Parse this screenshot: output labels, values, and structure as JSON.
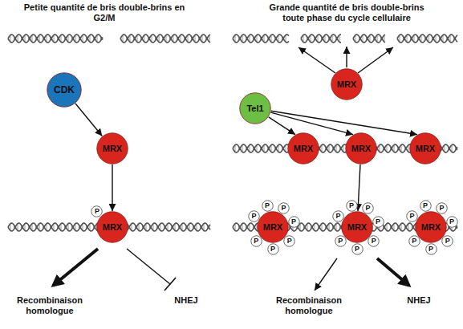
{
  "diagram": {
    "nodes": [
      {
        "text": [
          "CDK"
        ]
      },
      {
        "text": [
          "MRX"
        ]
      },
      {
        "text": [
          "MRX"
        ]
      },
      {
        "text": [
          "P"
        ]
      },
      {
        "text": [
          "MRX"
        ]
      },
      {
        "text": [
          "Tel1"
        ]
      },
      {
        "text": [
          "MRX"
        ]
      },
      {
        "text": [
          "MRX"
        ]
      },
      {
        "text": [
          "MRX"
        ]
      },
      {
        "text": [
          "MRX"
        ]
      },
      {
        "text": [
          "MRX"
        ]
      },
      {
        "text": [
          "MRX"
        ]
      },
      {
        "text": [
          "P"
        ]
      },
      {
        "text": [
          "P"
        ]
      },
      {
        "text": [
          "P"
        ]
      },
      {
        "text": [
          "P"
        ]
      },
      {
        "text": [
          "P"
        ]
      },
      {
        "text": [
          "P"
        ]
      },
      {
        "text": [
          "P"
        ]
      },
      {
        "text": [
          "P"
        ]
      },
      {
        "text": [
          "P"
        ]
      },
      {
        "text": [
          "P"
        ]
      },
      {
        "text": [
          "P"
        ]
      },
      {
        "text": [
          "P"
        ]
      },
      {
        "text": [
          "P"
        ]
      },
      {
        "text": [
          "P"
        ]
      },
      {
        "text": [
          "P"
        ]
      },
      {
        "text": [
          "P"
        ]
      },
      {
        "text": [
          "P"
        ]
      },
      {
        "text": [
          "P"
        ]
      },
      {
        "text": [
          "P"
        ]
      },
      {
        "text": [
          "P"
        ]
      },
      {
        "text": [
          "P"
        ]
      }
    ],
    "edges": [
      {
        "from": 0,
        "to": 1,
        "arrow": "to"
      },
      {
        "from": 1,
        "to": 2,
        "arrow": "to"
      },
      {
        "from": 5,
        "to": 6,
        "arrow": "to"
      },
      {
        "from": 5,
        "to": 7,
        "arrow": "to"
      },
      {
        "from": 5,
        "to": 8,
        "arrow": "to"
      },
      {
        "from": 7,
        "to": 10,
        "arrow": "to"
      }
    ],
    "labels": [
      "Petite quantité de bris double-brins en G2/M",
      "Grande quantité de bris double-brins toute phase du cycle cellulaire",
      "Recombinaison homologue",
      "NHEJ",
      "Recombinaison homologue",
      "NHEJ"
    ]
  }
}
